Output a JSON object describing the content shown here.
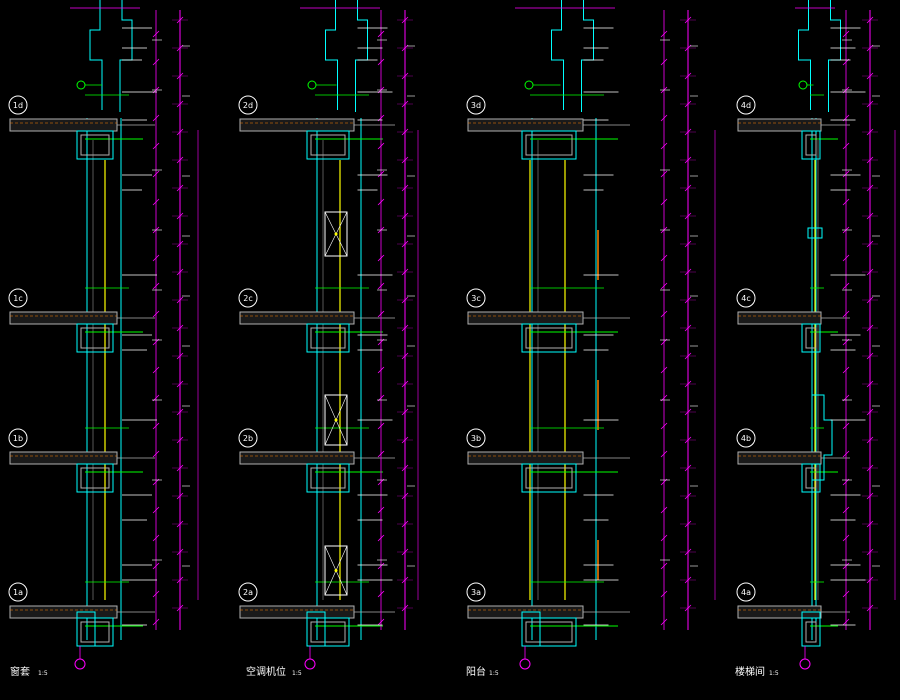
{
  "colors": {
    "background": "#000000",
    "outline": "#00ffff",
    "dimension": "#ff00ff",
    "slab": "#b0b0b0",
    "leader": "#00ff00",
    "annotation": "#ffffff",
    "glass": "#ffff00",
    "insulation": "#ff8000"
  },
  "sections": [
    {
      "title": "窗套",
      "scale": "1:5",
      "levels": [
        "1d",
        "1c",
        "1b",
        "1a"
      ]
    },
    {
      "title": "空调机位",
      "scale": "1:5",
      "levels": [
        "2d",
        "2c",
        "2b",
        "2a"
      ]
    },
    {
      "title": "阳台",
      "scale": "1:5",
      "levels": [
        "3d",
        "3c",
        "3b",
        "3a"
      ]
    },
    {
      "title": "楼梯间",
      "scale": "1:5",
      "levels": [
        "4d",
        "4c",
        "4b",
        "4a"
      ]
    }
  ]
}
